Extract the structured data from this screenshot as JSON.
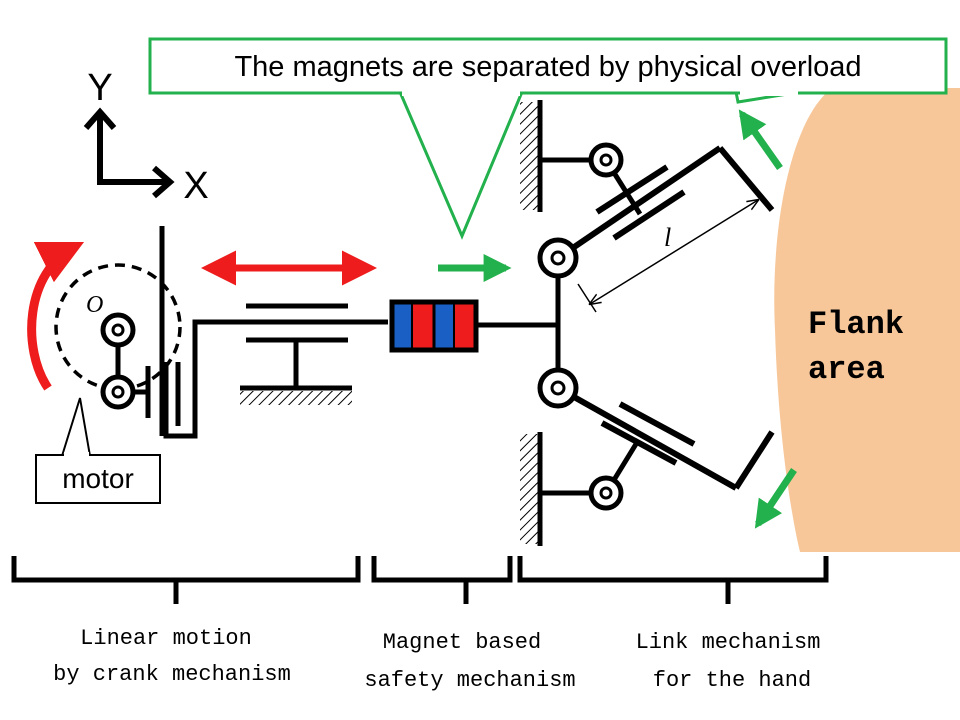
{
  "callout": {
    "text": "The magnets are separated by physical overload"
  },
  "axes": {
    "x_label": "X",
    "y_label": "Y"
  },
  "origin_label": "O",
  "motor_label": "motor",
  "length_label": "l",
  "flank_area": {
    "line1": "Flank",
    "line2": "area"
  },
  "sections": [
    {
      "line1": "Linear motion",
      "line2": "by crank mechanism"
    },
    {
      "line1": "Magnet based",
      "line2": "safety mechanism"
    },
    {
      "line1": "Link mechanism",
      "line2": "for the hand"
    }
  ],
  "colors": {
    "red_arrow": "#ee1c1c",
    "green_arrow": "#22b14c",
    "callout_border": "#22b14c",
    "flank": "#f7c79a",
    "magnet_blue": "#1a5fc4",
    "magnet_red": "#ee1c1c"
  }
}
